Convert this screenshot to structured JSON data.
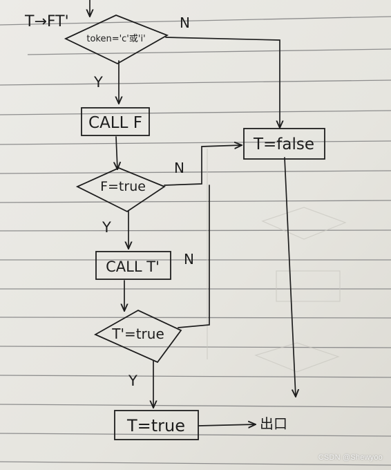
{
  "diagram": {
    "title": "T→FT'",
    "decision_token": "token='c'或'i'",
    "label_no": "N",
    "label_yes": "Y",
    "box_call_f": "CALL F",
    "decision_f": "F=true",
    "box_call_tprime": "CALL T'",
    "decision_tprime": "T'=true",
    "box_t_false": "T=false",
    "box_t_true": "T=true",
    "exit_label": "出口"
  },
  "watermark": "CSDN @Shewyoo",
  "colors": {
    "paper": "#e9e8e3",
    "rule_line": "#8d8d8d",
    "ink": "#1d1d1d"
  }
}
